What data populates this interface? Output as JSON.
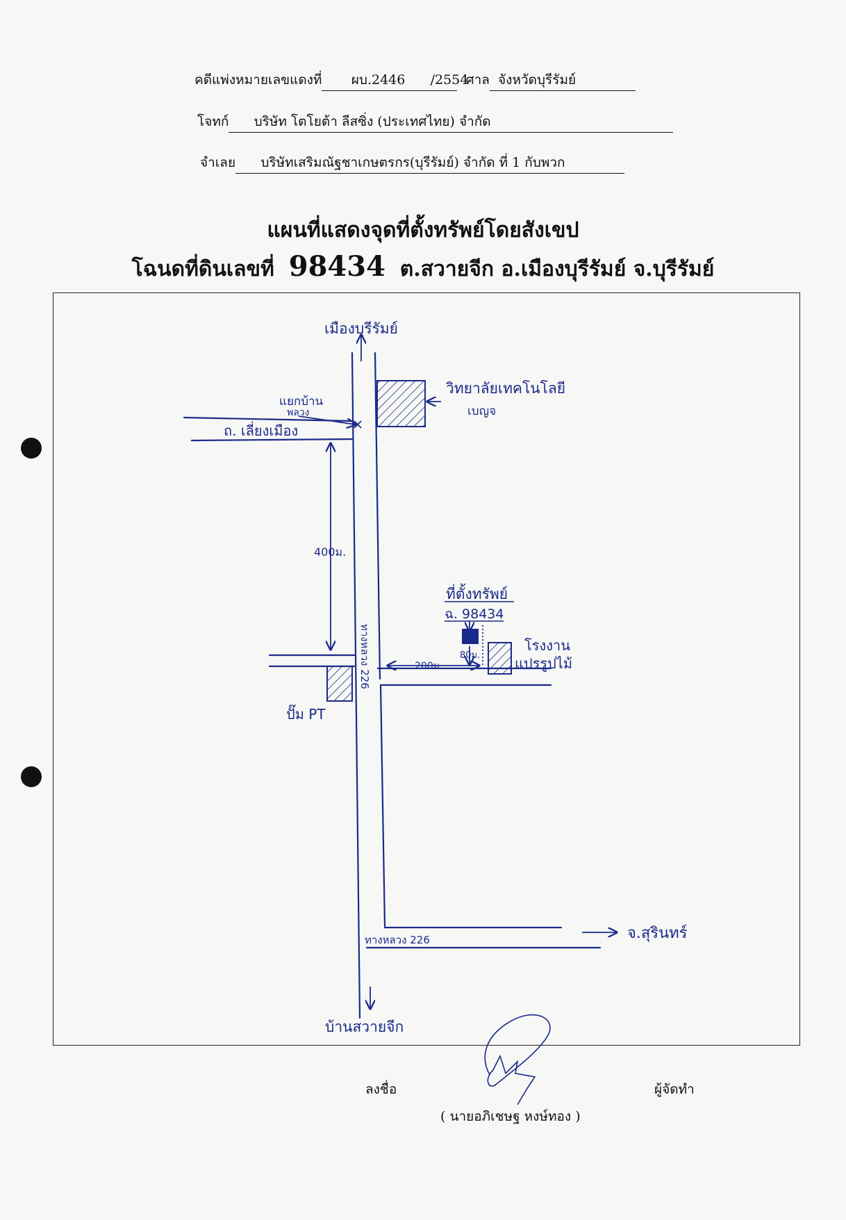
{
  "header": {
    "case_label": "คดีแพ่งหมายเลขแดงที่",
    "case_no": "ผบ.2446",
    "case_year": "/2554",
    "court_label": "ศาล",
    "court": "จังหวัดบุรีรัมย์",
    "plaintiff_label": "โจทก์",
    "plaintiff": "บริษัท โตโยต้า ลีสซิ่ง (ประเทศไทย) จำกัด",
    "defendant_label": "จำเลย",
    "defendant": "บริษัทเสริมณัฐชาเกษตรกร(บุรีรัมย์) จำกัด ที่ 1 กับพวก"
  },
  "title": {
    "line1": "แผนที่แสดงจุดที่ตั้งทรัพย์โดยสังเขป",
    "deed_label": "โฉนดที่ดินเลขที่",
    "deed_no": "98434",
    "location": "ต.สวายจีก อ.เมืองบุรีรัมย์  จ.บุรีรัมย์"
  },
  "map": {
    "north": "เมืองบุรีรัมย์",
    "college_1": "วิทยาลัยเทคโนโลยี",
    "college_2": "เบญจ",
    "junction_1": "แยกบ้าน",
    "junction_2": "พลวง",
    "road_left": "ถ. เลี่ยงเมือง",
    "dist_400": "400ม.",
    "property_label": "ที่ตั้งทรัพย์",
    "property_deed": "ฉ. 98434",
    "dist_80": "80ม.",
    "dist_200": "200ม.",
    "factory_1": "โรงงาน",
    "factory_2": "แปรรูปไม้",
    "highway_vertical": "ทางหลวง 226",
    "gas_station": "ปั๊ม PT",
    "highway_bottom": "ทางหลวง 226",
    "east": "จ.สุรินทร์",
    "south": "บ้านสวายจีก",
    "ink_color": "#1a2a8a"
  },
  "signature": {
    "sign_label": "ลงชื่อ",
    "role": "ผู้จัดทำ",
    "name": "(    นายอภิเชษฐ  หงษ์ทอง  )"
  }
}
